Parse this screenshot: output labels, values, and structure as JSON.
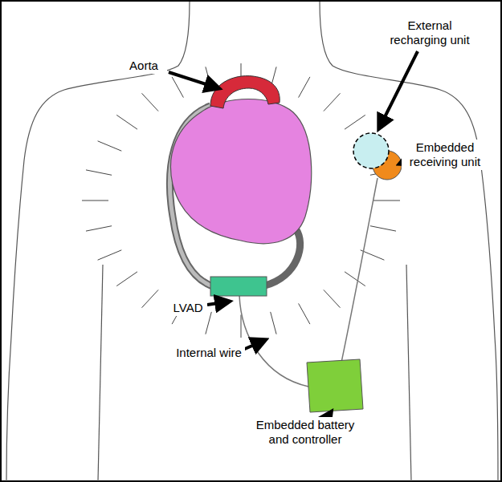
{
  "diagram": {
    "labels": [
      "Aorta",
      "External recharging unit",
      "Embedded receiving unit",
      "LVAD",
      "Internal wire",
      "Embedded battery and controller"
    ]
  }
}
